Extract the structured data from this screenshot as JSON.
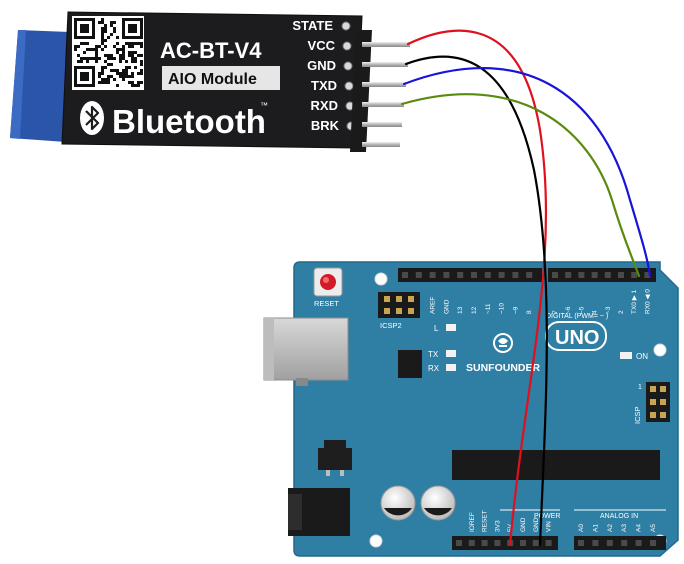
{
  "bt_module": {
    "model": "AC-BT-V4",
    "badge": "AIO Module",
    "brand": "Bluetooth",
    "trademark": "™",
    "pins": [
      "STATE",
      "VCC",
      "GND",
      "TXD",
      "RXD",
      "BRK"
    ]
  },
  "arduino": {
    "reset_label": "RESET",
    "icsp2_label": "ICSP2",
    "icsp_label": "ICSP",
    "icsp_pin1": "1",
    "led_l": "L",
    "led_tx": "TX",
    "led_rx": "RX",
    "on_label": "ON",
    "brand": "SUNFOUNDER",
    "model": "UNO",
    "digital_label": "DIGITAL (PWM= ~ )",
    "digital_pins": [
      "AREF",
      "GND",
      "13",
      "12",
      "~11",
      "~10",
      "~9",
      "8",
      "7",
      "~6",
      "~5",
      "4",
      "~3",
      "2",
      "TX0 ▶ 1",
      "RX0 ◀ 0"
    ],
    "power_label": "POWER",
    "power_pins": [
      "IOREF",
      "RESET",
      "3V3",
      "5V",
      "GND",
      "GND",
      "VIN"
    ],
    "analog_label": "ANALOG IN",
    "analog_pins": [
      "A0",
      "A1",
      "A2",
      "A3",
      "A4",
      "A5"
    ]
  },
  "wires": [
    {
      "from": "VCC",
      "to": "5V",
      "color": "#e0101c"
    },
    {
      "from": "GND",
      "to": "GND",
      "color": "#000000"
    },
    {
      "from": "TXD",
      "to": "RX0 0",
      "color": "#1a14d8"
    },
    {
      "from": "RXD",
      "to": "TX0 1",
      "color": "#5b8a10"
    }
  ],
  "colors": {
    "board": "#2f7ea3",
    "module_body": "#1c1c1e",
    "module_antenna": "#2a55a8",
    "header": "#1a1a1a"
  }
}
